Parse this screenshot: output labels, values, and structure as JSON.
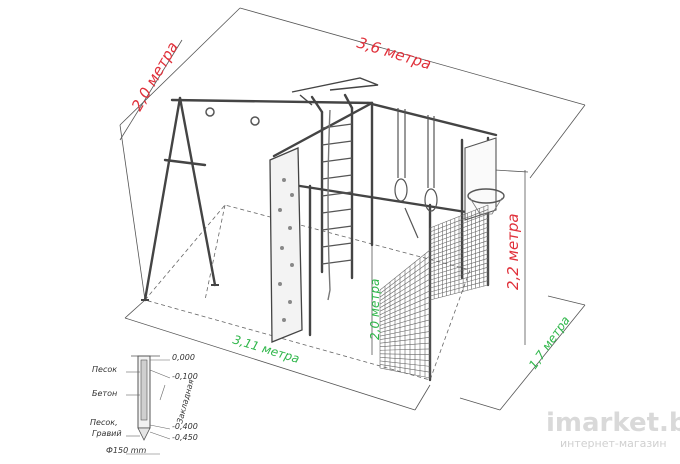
{
  "dimensions": {
    "length_top": "3,6 метра",
    "depth_left": "2,0 метра",
    "height_right": "2,2 метра",
    "length_bottom": "3,11 метра",
    "height_inner": "2,0 метра",
    "depth_bottom_right": "1,7 метра"
  },
  "foundation": {
    "sand": "Песок",
    "concrete": "Бетон",
    "sand_gravel_1": "Песок,",
    "sand_gravel_2": "Гравий",
    "embedded": "Закладная",
    "level_0": "0,000",
    "level_1": "-0,100",
    "level_2": "-0,400",
    "level_3": "-0,450",
    "diameter": "Ф150 mm"
  },
  "watermark": {
    "brand": "imarket.by",
    "subtitle": "интернет-магазин"
  },
  "colors": {
    "red_dimension": "#e0303a",
    "green_dimension": "#2fb64a",
    "drawing_line": "#444444"
  }
}
